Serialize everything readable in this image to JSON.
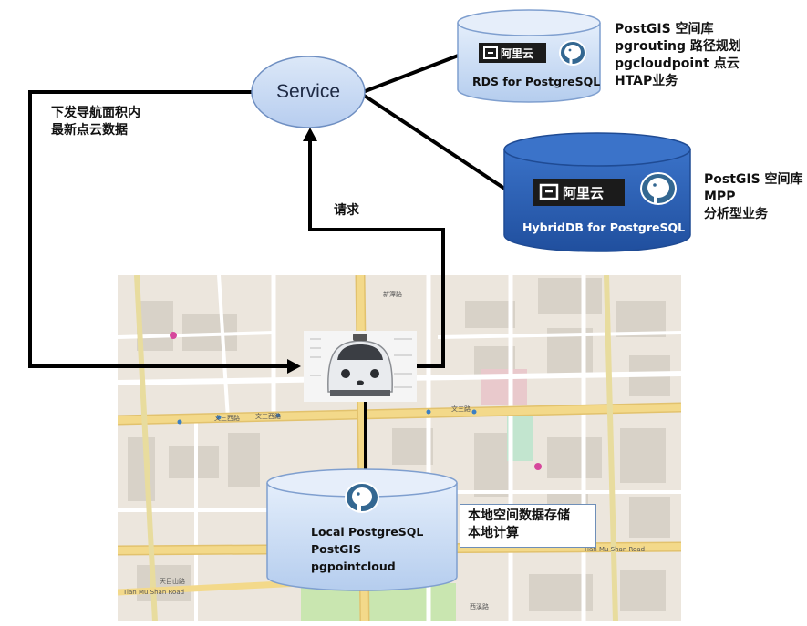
{
  "service": {
    "label": "Service"
  },
  "rds": {
    "logo_text": "阿里云",
    "name": "RDS for PostgreSQL",
    "features": [
      "PostGIS 空间库",
      "pgrouting 路径规划",
      "pgcloudpoint 点云",
      "HTAP业务"
    ]
  },
  "hybriddb": {
    "logo_text": "阿里云",
    "name": "HybridDB for PostgreSQL",
    "features": [
      "PostGIS 空间库",
      "MPP",
      "分析型业务"
    ]
  },
  "local_db": {
    "lines": [
      "Local PostgreSQL",
      "PostGIS",
      "pgpointcloud"
    ]
  },
  "local_note": {
    "lines": [
      "本地空间数据存储",
      "本地计算"
    ]
  },
  "downlink_label": {
    "lines": [
      "下发导航面积内",
      "最新点云数据"
    ]
  },
  "request_label": "请求",
  "map_labels": [
    "新潭路",
    "文三西路",
    "文三西路",
    "文三路",
    "天目山路",
    "Tian Mu Shan Road",
    "Tian Mu Shan Road",
    "西溪路"
  ],
  "colors": {
    "service_fill": "#c6d8f3",
    "rds_fill": "#c9dcf5",
    "hybrid_fill": "#2f62b7",
    "local_fill": "#c9dcf5",
    "map_bg": "#ece6dd",
    "road_yellow": "#f3d98a",
    "green_area": "#c9e6b0",
    "arrow": "#000000"
  }
}
